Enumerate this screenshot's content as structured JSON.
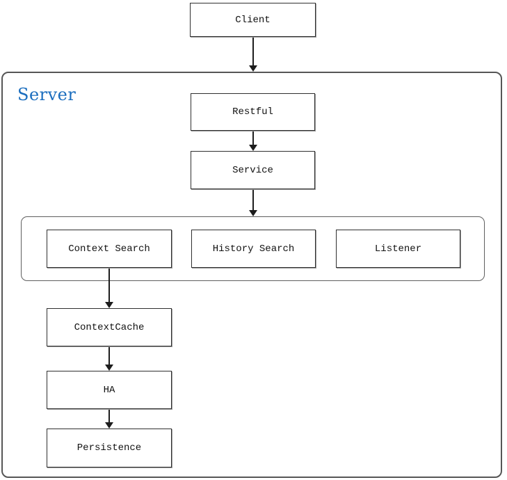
{
  "diagram": {
    "type": "flowchart",
    "server_group_label": "Server",
    "nodes": {
      "client": {
        "label": "Client"
      },
      "restful": {
        "label": "Restful"
      },
      "service": {
        "label": "Service"
      },
      "context_search": {
        "label": "Context Search"
      },
      "history_search": {
        "label": "History Search"
      },
      "listener": {
        "label": "Listener"
      },
      "context_cache": {
        "label": "ContextCache"
      },
      "ha": {
        "label": "HA"
      },
      "persistence": {
        "label": "Persistence"
      }
    },
    "edges": [
      {
        "from": "Client",
        "to": "Server"
      },
      {
        "from": "Restful",
        "to": "Service"
      },
      {
        "from": "Service",
        "to": "search-group"
      },
      {
        "from": "Context Search",
        "to": "ContextCache"
      },
      {
        "from": "ContextCache",
        "to": "HA"
      },
      {
        "from": "HA",
        "to": "Persistence"
      }
    ],
    "colors": {
      "server_label": "#1a6dbe",
      "node_border": "#2e2e2e",
      "group_border": "#565656",
      "connector": "#1d1d1d",
      "background": "#ffffff"
    }
  }
}
